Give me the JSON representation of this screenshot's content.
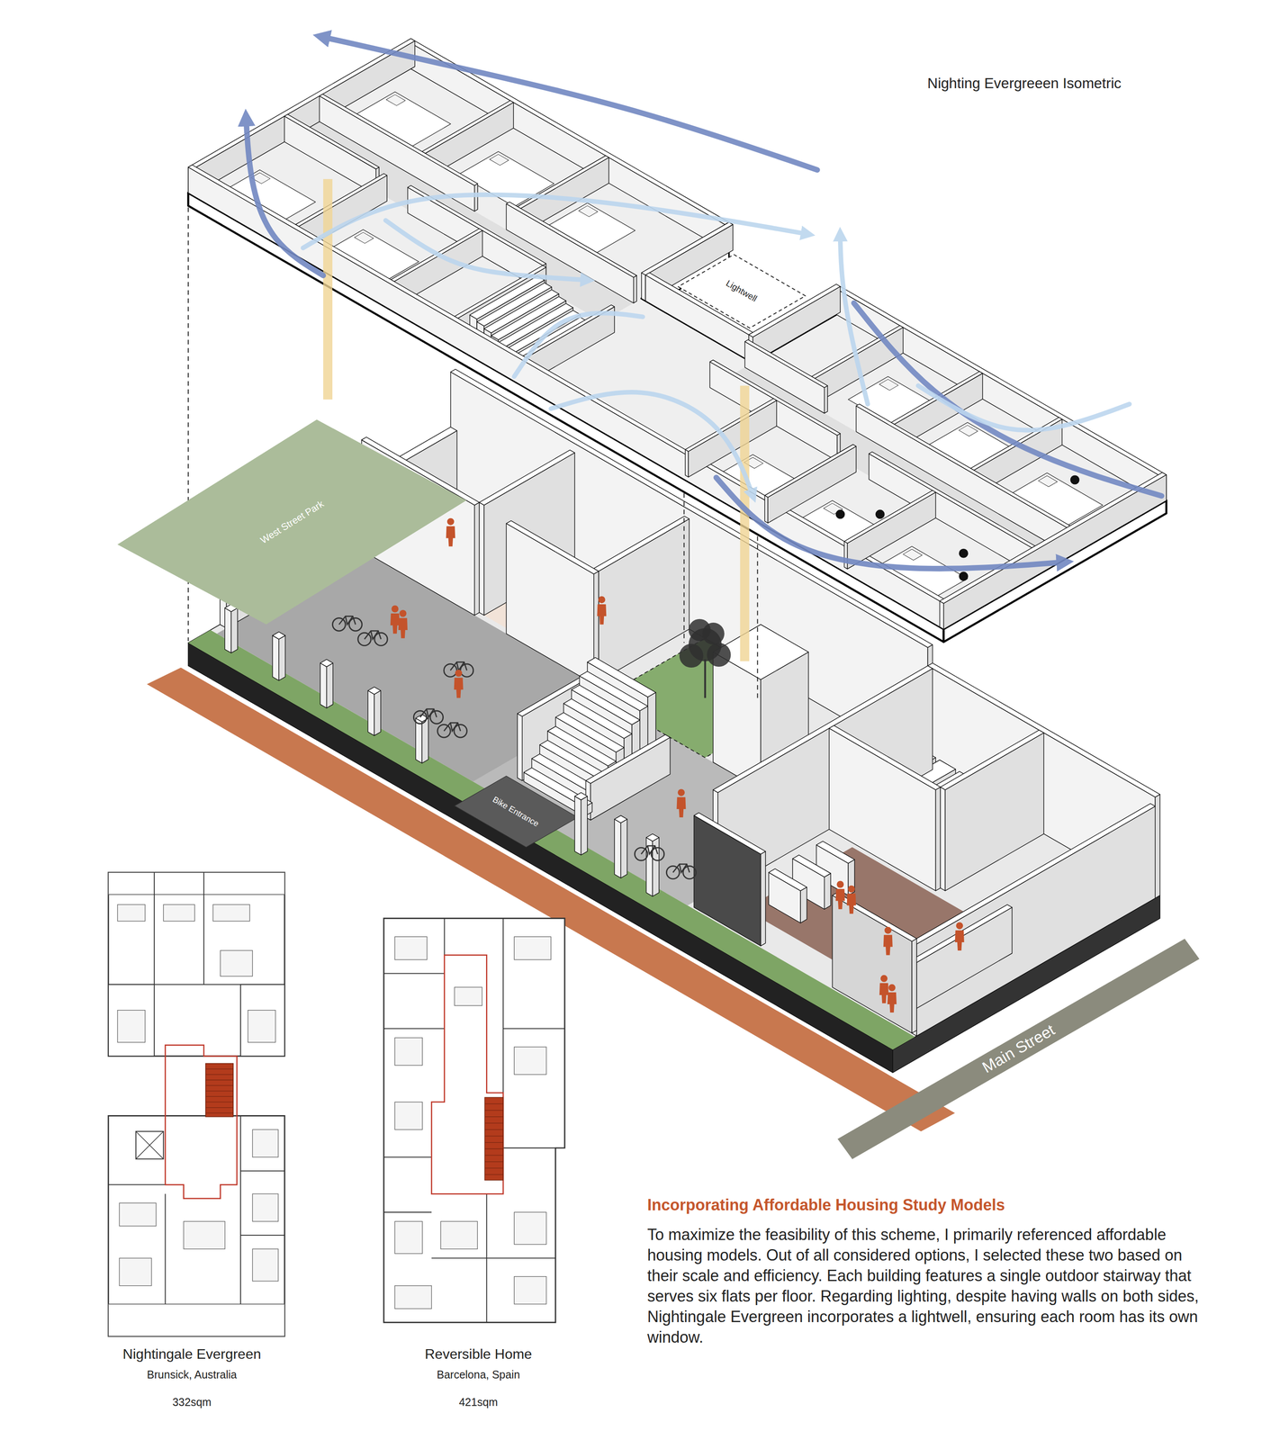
{
  "diagram": {
    "title": "Incorporating Affordable Housing Study Models",
    "caption": "To maximize the feasibility of this scheme, I primarily referenced affordable housing models. Out of all considered options, I selected these two based on their scale and efficiency. Each building features a single outdoor stairway that serves six flats per floor. Regarding lighting, despite having walls on both sides, Nightingale Evergreen incorporates a lightwell, ensuring each room has its own window.",
    "nodes": [
      {
        "text": [
          "Lightwell"
        ]
      },
      {
        "text": [
          "West Street Park"
        ]
      },
      {
        "text": [
          "Main Street"
        ]
      }
    ],
    "labels": [
      "Nighting Evergreeen Isometric",
      "Bike Entrance",
      "Nightingale Evergreen",
      "Brunsick, Australia",
      "332sqm",
      "Reversible Home",
      "Barcelona, Spain",
      "421sqm"
    ]
  }
}
